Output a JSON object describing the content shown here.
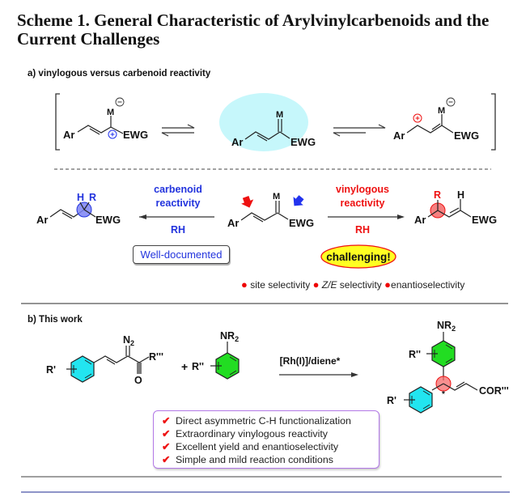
{
  "title": "Scheme 1. General Characteristic of Arylvinylcarbenoids and the Current Challenges",
  "section_a": {
    "label": "a) vinylogous versus carbenoid reactivity",
    "resonance": {
      "left": {
        "ar": "Ar",
        "m": "M",
        "ewg": "EWG",
        "charge_plus": "+",
        "charge_minus": "−"
      },
      "center": {
        "ar": "Ar",
        "m": "M",
        "ewg": "EWG",
        "highlight_color": "#c6f7fb"
      },
      "right": {
        "ar": "Ar",
        "m": "M",
        "ewg": "EWG",
        "charge_plus": "+",
        "charge_minus": "−"
      }
    },
    "carbenoid": {
      "label_line1": "carbenoid",
      "label_line2": "reactivity",
      "reagent": "RH",
      "product": {
        "ar": "Ar",
        "h": "H",
        "r": "R",
        "ewg": "EWG"
      },
      "badge": "Well-documented",
      "color": "#2233dd"
    },
    "start": {
      "ar": "Ar",
      "m": "M",
      "ewg": "EWG"
    },
    "vinylogous": {
      "label_line1": "vinylogous",
      "label_line2": "reactivity",
      "reagent": "RH",
      "product": {
        "ar": "Ar",
        "r": "R",
        "h": "H",
        "ewg": "EWG"
      },
      "badge": "challenging!",
      "color": "#ee1111"
    },
    "selectivity": [
      {
        "bullet": "●",
        "text": "site selectivity"
      },
      {
        "bullet": "●",
        "text_italic": "Z/E",
        "text": " selectivity"
      },
      {
        "bullet": "●",
        "text": "enantioselectivity"
      }
    ]
  },
  "section_b": {
    "label": "b) This work",
    "reactant1": {
      "r": "R'",
      "n2": "N",
      "n2_sub": "2",
      "r3": "R'''",
      "o": "O",
      "ring_color": "#22e5f0"
    },
    "plus": "+",
    "reactant2": {
      "nr2": "NR",
      "nr2_sub": "2",
      "r2": "R''",
      "ring_color": "#22dd22"
    },
    "conditions": "[Rh(I)]/diene*",
    "product": {
      "nr2": "NR",
      "nr2_sub": "2",
      "r2": "R''",
      "r1": "R'",
      "star": "*",
      "cor": "COR'''"
    },
    "benefits": [
      {
        "check": "✔",
        "text": "Direct asymmetric C-H functionalization"
      },
      {
        "check": "✔",
        "text": "Extraordinary vinylogous reactivity"
      },
      {
        "check": "✔",
        "text": "Excellent yield and enantioselectivity"
      },
      {
        "check": "✔",
        "text": "Simple and mild reaction conditions"
      }
    ]
  }
}
